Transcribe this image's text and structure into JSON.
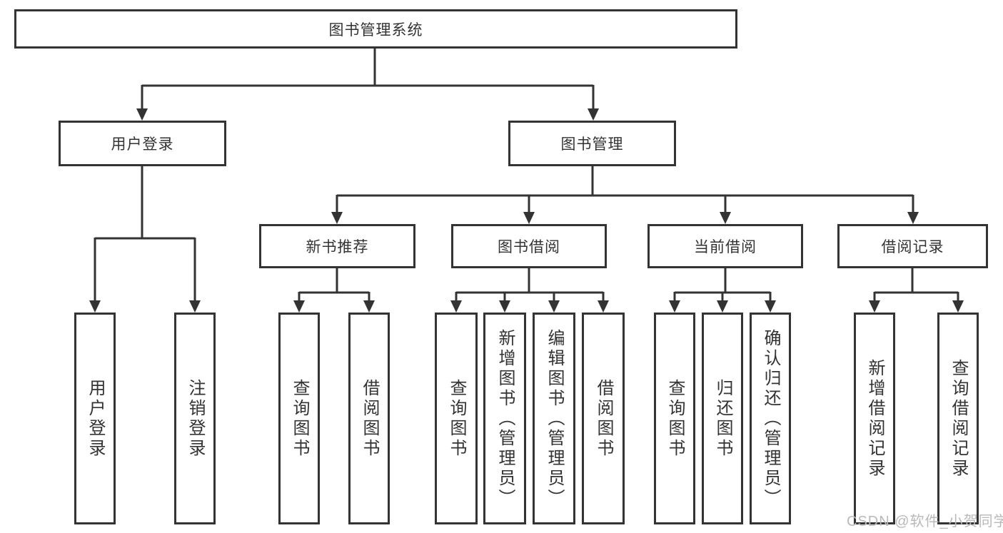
{
  "diagram_type": "hierarchy-tree",
  "watermark": {
    "text": "CSDN @软件_小贺同学"
  },
  "colors": {
    "background": "#ffffff",
    "line": "#333333",
    "box_border": "#333333",
    "text": "#333333",
    "watermark": "#b9b9b9"
  },
  "hierarchy": {
    "root": "图书管理系统",
    "children": [
      {
        "label": "用户登录",
        "children": [
          "用户登录",
          "注销登录"
        ]
      },
      {
        "label": "图书管理",
        "children": [
          {
            "label": "新书推荐",
            "children": [
              "查询图书",
              "借阅图书"
            ]
          },
          {
            "label": "图书借阅",
            "children": [
              "查询图书",
              "新增图书（管理员）",
              "编辑图书（管理员）",
              "借阅图书"
            ]
          },
          {
            "label": "当前借阅",
            "children": [
              "查询图书",
              "归还图书",
              "确认归还（管理员）"
            ]
          },
          {
            "label": "借阅记录",
            "children": [
              "新增借阅记录",
              "查询借阅记录"
            ]
          }
        ]
      }
    ]
  }
}
